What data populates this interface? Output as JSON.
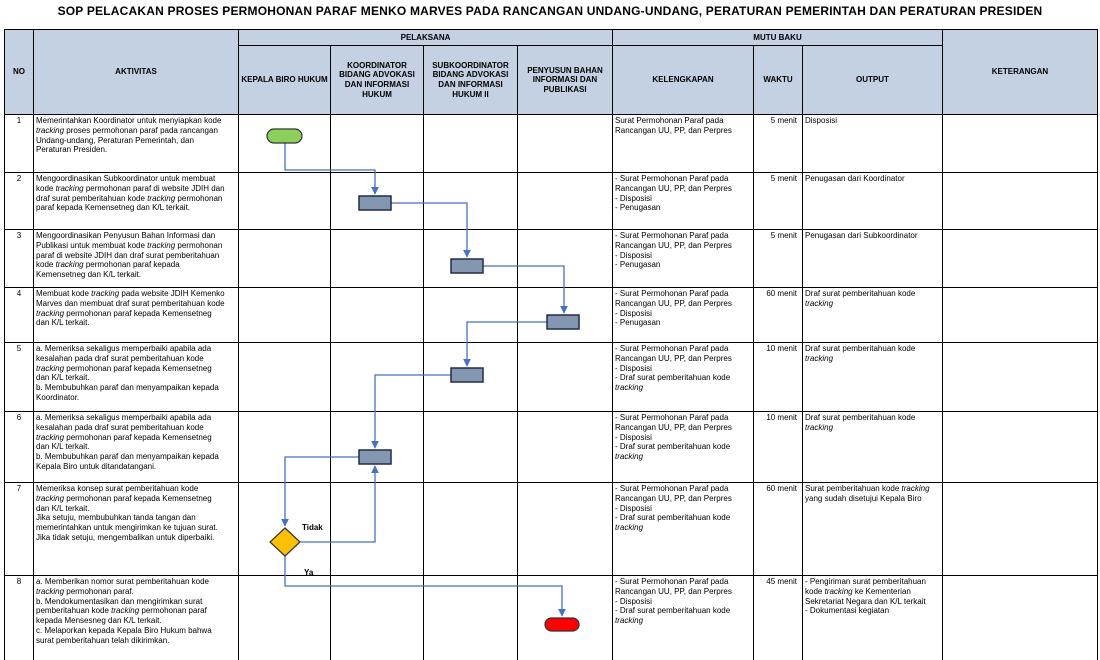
{
  "title": "SOP PELACAKAN PROSES PERMOHONAN PARAF MENKO MARVES PADA RANCANGAN UNDANG-UNDANG, PERATURAN PEMERINTAH DAN PERATURAN PRESIDEN",
  "header": {
    "no": "NO",
    "aktivitas": "AKTIVITAS",
    "pelaksana": "PELAKSANA",
    "mutu_baku": "MUTU BAKU",
    "keterangan": "KETERANGAN",
    "kelengkapan": "KELENGKAPAN",
    "waktu": "WAKTU",
    "output": "OUTPUT",
    "actors": [
      "KEPALA BIRO HUKUM",
      "KOORDINATOR BIDANG ADVOKASI DAN INFORMASI HUKUM",
      "SUBKOORDINATOR BIDANG ADVOKASI DAN INFORMASI HUKUM II",
      "PENYUSUN BAHAN INFORMASI DAN PUBLIKASI"
    ]
  },
  "rows": [
    {
      "no": "1",
      "activity": [
        [
          {
            "t": "Memerintahkan Koordinator untuk menyiapkan kode"
          }
        ],
        [
          {
            "t": "tracking",
            "i": true
          },
          {
            "t": " proses permohonan paraf pada rancangan"
          }
        ],
        [
          {
            "t": "Undang-undang, Peraturan Pemerintah, dan"
          }
        ],
        [
          {
            "t": "Peraturan Presiden."
          }
        ]
      ],
      "kelengkapan": [
        [
          {
            "t": "Surat Permohonan Paraf pada"
          }
        ],
        [
          {
            "t": "Rancangan UU, PP, dan Perpres"
          }
        ]
      ],
      "waktu": "5 menit",
      "output": [
        [
          {
            "t": "Disposisi"
          }
        ]
      ]
    },
    {
      "no": "2",
      "activity": [
        [
          {
            "t": "Mengoordinasikan Subkoordinator untuk membuat"
          }
        ],
        [
          {
            "t": "kode "
          },
          {
            "t": "tracking",
            "i": true
          },
          {
            "t": " permohonan paraf di website JDIH dan"
          }
        ],
        [
          {
            "t": "draf surat pemberitahuan kode "
          },
          {
            "t": "tracking",
            "i": true
          },
          {
            "t": " permohonan"
          }
        ],
        [
          {
            "t": "paraf kepada Kemensetneg dan K/L terkait."
          }
        ]
      ],
      "kelengkapan": [
        [
          {
            "t": "- Surat Permohonan Paraf pada"
          }
        ],
        [
          {
            "t": "Rancangan UU, PP, dan Perpres"
          }
        ],
        [
          {
            "t": "- Disposisi"
          }
        ],
        [
          {
            "t": "- Penugasan"
          }
        ]
      ],
      "waktu": "5 menit",
      "output": [
        [
          {
            "t": "Penugasan dari Koordinator"
          }
        ]
      ]
    },
    {
      "no": "3",
      "activity": [
        [
          {
            "t": "Mengoordinasikan Penyusun Bahan Informasi dan"
          }
        ],
        [
          {
            "t": "Publikasi untuk membuat kode "
          },
          {
            "t": "tracking",
            "i": true
          },
          {
            "t": " permohonan"
          }
        ],
        [
          {
            "t": "paraf di website JDIH dan draf surat pemberitahuan"
          }
        ],
        [
          {
            "t": "kode "
          },
          {
            "t": "tracking",
            "i": true
          },
          {
            "t": " permohonan paraf kepada"
          }
        ],
        [
          {
            "t": "Kemensetneg dan K/L terkait."
          }
        ]
      ],
      "kelengkapan": [
        [
          {
            "t": "- Surat Permohonan Paraf pada"
          }
        ],
        [
          {
            "t": "Rancangan UU, PP, dan Perpres"
          }
        ],
        [
          {
            "t": "- Disposisi"
          }
        ],
        [
          {
            "t": "- Penugasan"
          }
        ]
      ],
      "waktu": "5 menit",
      "output": [
        [
          {
            "t": "Penugasan dari Subkoordinator"
          }
        ]
      ]
    },
    {
      "no": "4",
      "activity": [
        [
          {
            "t": "Membuat kode "
          },
          {
            "t": "tracking",
            "i": true
          },
          {
            "t": " pada website JDIH Kemenko"
          }
        ],
        [
          {
            "t": "Marves dan membuat draf surat pemberitahuan kode"
          }
        ],
        [
          {
            "t": "tracking",
            "i": true
          },
          {
            "t": " permohonan paraf kepada Kemensetneg"
          }
        ],
        [
          {
            "t": "dan K/L terkait."
          }
        ]
      ],
      "kelengkapan": [
        [
          {
            "t": "- Surat Permohonan Paraf pada"
          }
        ],
        [
          {
            "t": "Rancangan UU, PP, dan Perpres"
          }
        ],
        [
          {
            "t": "- Disposisi"
          }
        ],
        [
          {
            "t": "- Penugasan"
          }
        ]
      ],
      "waktu": "60 menit",
      "output": [
        [
          {
            "t": "Draf surat pemberitahuan kode"
          }
        ],
        [
          {
            "t": "tracking",
            "i": true
          }
        ]
      ]
    },
    {
      "no": "5",
      "activity": [
        [
          {
            "t": "a. Memeriksa sekaligus memperbaiki apabila ada"
          }
        ],
        [
          {
            "t": "kesalahan pada draf surat pemberitahuan kode"
          }
        ],
        [
          {
            "t": "tracking",
            "i": true
          },
          {
            "t": " permohonan paraf kepada Kemensetneg"
          }
        ],
        [
          {
            "t": "dan K/L terkait."
          }
        ],
        [
          {
            "t": "b. Membubuhkan paraf dan menyampaikan kepada"
          }
        ],
        [
          {
            "t": "Koordinator."
          }
        ]
      ],
      "kelengkapan": [
        [
          {
            "t": "- Surat Permohonan Paraf pada"
          }
        ],
        [
          {
            "t": "Rancangan UU, PP, dan Perpres"
          }
        ],
        [
          {
            "t": "- Disposisi"
          }
        ],
        [
          {
            "t": "- Draf surat pemberitahuan kode"
          }
        ],
        [
          {
            "t": "tracking",
            "i": true
          }
        ]
      ],
      "waktu": "10 menit",
      "output": [
        [
          {
            "t": "Draf surat pemberitahuan kode"
          }
        ],
        [
          {
            "t": "tracking",
            "i": true
          }
        ]
      ]
    },
    {
      "no": "6",
      "activity": [
        [
          {
            "t": "a. Memeriksa sekaligus memperbaiki apabila ada"
          }
        ],
        [
          {
            "t": "kesalahan pada draf surat pemberitahuan kode"
          }
        ],
        [
          {
            "t": "tracking",
            "i": true
          },
          {
            "t": " permohonan paraf kepada Kemensetneg"
          }
        ],
        [
          {
            "t": "dan K/L terkait."
          }
        ],
        [
          {
            "t": "b. Membubuhkan paraf dan menyampaikan kepada"
          }
        ],
        [
          {
            "t": "Kepala Biro untuk ditandatangani."
          }
        ]
      ],
      "kelengkapan": [
        [
          {
            "t": "- Surat Permohonan Paraf pada"
          }
        ],
        [
          {
            "t": "Rancangan UU, PP, dan Perpres"
          }
        ],
        [
          {
            "t": "- Disposisi"
          }
        ],
        [
          {
            "t": "- Draf surat pemberitahuan kode"
          }
        ],
        [
          {
            "t": "tracking",
            "i": true
          }
        ]
      ],
      "waktu": "10 menit",
      "output": [
        [
          {
            "t": "Draf surat pemberitahuan kode"
          }
        ],
        [
          {
            "t": "tracking",
            "i": true
          }
        ]
      ]
    },
    {
      "no": "7",
      "activity": [
        [
          {
            "t": "Memeriksa konsep surat pemberitahuan kode"
          }
        ],
        [
          {
            "t": "tracking",
            "i": true
          },
          {
            "t": " permohonan paraf kepada Kemensetneg"
          }
        ],
        [
          {
            "t": "dan K/L terkait."
          }
        ],
        [
          {
            "t": " "
          }
        ],
        [
          {
            "t": "Jika setuju, membubuhkan tanda tangan dan"
          }
        ],
        [
          {
            "t": "memerintahkan untuk mengirimkan ke tujuan surat."
          }
        ],
        [
          {
            "t": "Jika tidak setuju, mengembalikan untuk diperbaiki."
          }
        ]
      ],
      "kelengkapan": [
        [
          {
            "t": "- Surat Permohonan Paraf pada"
          }
        ],
        [
          {
            "t": "Rancangan UU, PP, dan Perpres"
          }
        ],
        [
          {
            "t": "- Disposisi"
          }
        ],
        [
          {
            "t": "- Draf surat pemberitahuan kode"
          }
        ],
        [
          {
            "t": "tracking",
            "i": true
          }
        ]
      ],
      "waktu": "60 menit",
      "output": [
        [
          {
            "t": "Surat pemberitahuan kode "
          },
          {
            "t": "tracking",
            "i": true
          }
        ],
        [
          {
            "t": "yang sudah disetujui Kepala Biro"
          }
        ]
      ]
    },
    {
      "no": "8",
      "activity": [
        [
          {
            "t": "a. Memberikan nomor surat pemberitahuan kode"
          }
        ],
        [
          {
            "t": "tracking",
            "i": true
          },
          {
            "t": " permohonan paraf."
          }
        ],
        [
          {
            "t": "b. Mendokumentasikan dan mengirimkan surat"
          }
        ],
        [
          {
            "t": "pemberitahuan kode "
          },
          {
            "t": "tracking",
            "i": true
          },
          {
            "t": " permohonan paraf"
          }
        ],
        [
          {
            "t": "kepada Mensesneg dan K/L terkait."
          }
        ],
        [
          {
            "t": "c. Melaporkan kepada Kepala Biro Hukum bahwa"
          }
        ],
        [
          {
            "t": "surat pemberitahuan telah dikirimkan."
          }
        ]
      ],
      "kelengkapan": [
        [
          {
            "t": "- Surat Permohonan Paraf pada"
          }
        ],
        [
          {
            "t": "Rancangan UU, PP, dan Perpres"
          }
        ],
        [
          {
            "t": "- Disposisi"
          }
        ],
        [
          {
            "t": "- Draf surat pemberitahuan kode"
          }
        ],
        [
          {
            "t": "tracking",
            "i": true
          }
        ]
      ],
      "waktu": "45 menit",
      "output": [
        [
          {
            "t": "- Pengiriman surat pemberitahuan"
          }
        ],
        [
          {
            "t": "kode "
          },
          {
            "t": "tracking",
            "i": true
          },
          {
            "t": " ke Kementerian"
          }
        ],
        [
          {
            "t": "Sekretariat Negara dan K/L terkait"
          }
        ],
        [
          {
            "t": "- Dokumentasi kegiatan"
          }
        ]
      ]
    }
  ],
  "flow": {
    "decision_no": "Tidak",
    "decision_yes": "Ya",
    "colors": {
      "start": "#8ccf5a",
      "process": "#8497b0",
      "decision": "#ffc000",
      "end": "#ff0000",
      "connector": "#4472c4"
    }
  }
}
